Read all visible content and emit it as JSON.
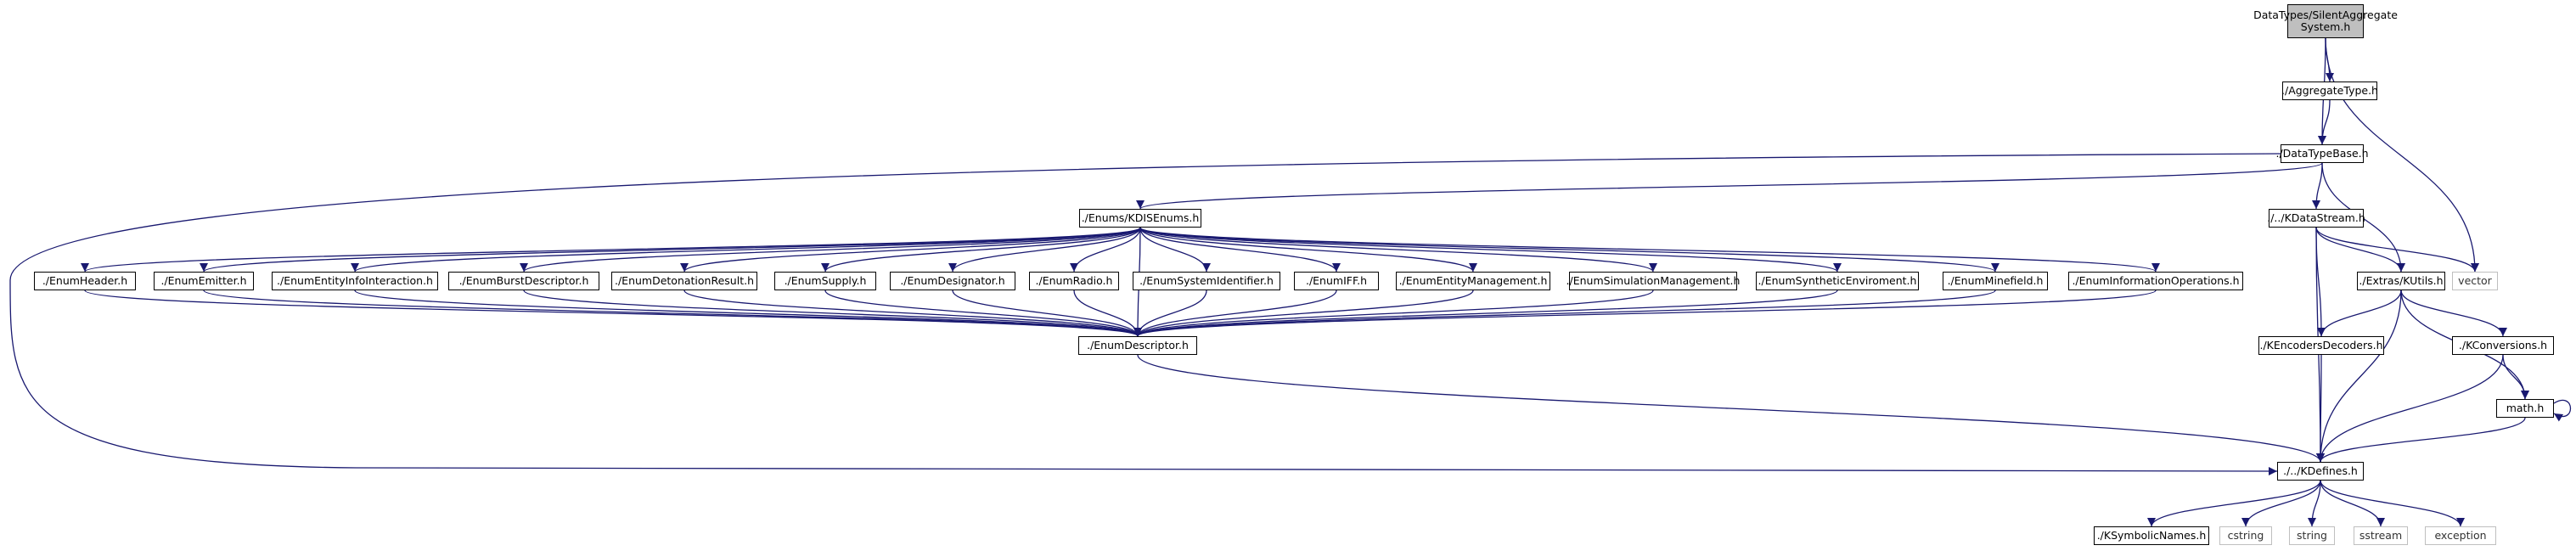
{
  "title": "DataTypes/SilentAggregateSystem.h",
  "colors": {
    "edge": "#191970",
    "root_fill": "#bfbfbf",
    "node_border": "#000000",
    "external_border": "#bfbfbf"
  },
  "nodes": {
    "root": {
      "label": "DataTypes/SilentAggregate System.h",
      "kind": "root"
    },
    "aggtype": {
      "label": "./AggregateType.h",
      "kind": "file"
    },
    "dtbase": {
      "label": "./DataTypeBase.h",
      "kind": "file"
    },
    "kdisenums": {
      "label": "./Enums/KDISEnums.h",
      "kind": "file"
    },
    "kdatastream": {
      "label": "./../KDataStream.h",
      "kind": "file"
    },
    "vector": {
      "label": "vector",
      "kind": "external"
    },
    "enumheader": {
      "label": "./EnumHeader.h",
      "kind": "file"
    },
    "enumemitter": {
      "label": "./EnumEmitter.h",
      "kind": "file"
    },
    "enumentityinfo": {
      "label": "./EnumEntityInfoInteraction.h",
      "kind": "file"
    },
    "enumburst": {
      "label": "./EnumBurstDescriptor.h",
      "kind": "file"
    },
    "enumdetonation": {
      "label": "./EnumDetonationResult.h",
      "kind": "file"
    },
    "enumsupply": {
      "label": "./EnumSupply.h",
      "kind": "file"
    },
    "enumdesignator": {
      "label": "./EnumDesignator.h",
      "kind": "file"
    },
    "enumradio": {
      "label": "./EnumRadio.h",
      "kind": "file"
    },
    "enumsysid": {
      "label": "./EnumSystemIdentifier.h",
      "kind": "file"
    },
    "enumiff": {
      "label": "./EnumIFF.h",
      "kind": "file"
    },
    "enumentitymgmt": {
      "label": "./EnumEntityManagement.h",
      "kind": "file"
    },
    "enumsimmgmt": {
      "label": "./EnumSimulationManagement.h",
      "kind": "file"
    },
    "enumsynthenv": {
      "label": "./EnumSyntheticEnviroment.h",
      "kind": "file"
    },
    "enumminefield": {
      "label": "./EnumMinefield.h",
      "kind": "file"
    },
    "enuminfoops": {
      "label": "./EnumInformationOperations.h",
      "kind": "file"
    },
    "enumdescriptor": {
      "label": "./EnumDescriptor.h",
      "kind": "file"
    },
    "kutils": {
      "label": "./Extras/KUtils.h",
      "kind": "file"
    },
    "kencoders": {
      "label": "./KEncodersDecoders.h",
      "kind": "file"
    },
    "kconversions": {
      "label": "./KConversions.h",
      "kind": "file"
    },
    "math": {
      "label": "math.h",
      "kind": "file"
    },
    "kdefines": {
      "label": "./../KDefines.h",
      "kind": "file"
    },
    "ksymbolic": {
      "label": "./KSymbolicNames.h",
      "kind": "file"
    },
    "cstring": {
      "label": "cstring",
      "kind": "external"
    },
    "string": {
      "label": "string",
      "kind": "external"
    },
    "sstream": {
      "label": "sstream",
      "kind": "external"
    },
    "exception": {
      "label": "exception",
      "kind": "external"
    }
  },
  "edges": [
    [
      "root",
      "aggtype"
    ],
    [
      "root",
      "dtbase"
    ],
    [
      "root",
      "vector"
    ],
    [
      "aggtype",
      "dtbase"
    ],
    [
      "dtbase",
      "kdisenums"
    ],
    [
      "dtbase",
      "kdatastream"
    ],
    [
      "dtbase",
      "kutils"
    ],
    [
      "dtbase",
      "kdefines"
    ],
    [
      "kdisenums",
      "enumheader"
    ],
    [
      "kdisenums",
      "enumemitter"
    ],
    [
      "kdisenums",
      "enumentityinfo"
    ],
    [
      "kdisenums",
      "enumburst"
    ],
    [
      "kdisenums",
      "enumdetonation"
    ],
    [
      "kdisenums",
      "enumsupply"
    ],
    [
      "kdisenums",
      "enumdesignator"
    ],
    [
      "kdisenums",
      "enumradio"
    ],
    [
      "kdisenums",
      "enumsysid"
    ],
    [
      "kdisenums",
      "enumiff"
    ],
    [
      "kdisenums",
      "enumentitymgmt"
    ],
    [
      "kdisenums",
      "enumsimmgmt"
    ],
    [
      "kdisenums",
      "enumsynthenv"
    ],
    [
      "kdisenums",
      "enumminefield"
    ],
    [
      "kdisenums",
      "enuminfoops"
    ],
    [
      "kdisenums",
      "enumdescriptor"
    ],
    [
      "enumheader",
      "enumdescriptor"
    ],
    [
      "enumemitter",
      "enumdescriptor"
    ],
    [
      "enumentityinfo",
      "enumdescriptor"
    ],
    [
      "enumburst",
      "enumdescriptor"
    ],
    [
      "enumdetonation",
      "enumdescriptor"
    ],
    [
      "enumsupply",
      "enumdescriptor"
    ],
    [
      "enumdesignator",
      "enumdescriptor"
    ],
    [
      "enumradio",
      "enumdescriptor"
    ],
    [
      "enumsysid",
      "enumdescriptor"
    ],
    [
      "enumiff",
      "enumdescriptor"
    ],
    [
      "enumentitymgmt",
      "enumdescriptor"
    ],
    [
      "enumsimmgmt",
      "enumdescriptor"
    ],
    [
      "enumsynthenv",
      "enumdescriptor"
    ],
    [
      "enumminefield",
      "enumdescriptor"
    ],
    [
      "enuminfoops",
      "enumdescriptor"
    ],
    [
      "enumdescriptor",
      "kdefines"
    ],
    [
      "kdatastream",
      "vector"
    ],
    [
      "kdatastream",
      "kutils"
    ],
    [
      "kdatastream",
      "kencoders"
    ],
    [
      "kdatastream",
      "kdefines"
    ],
    [
      "kutils",
      "kencoders"
    ],
    [
      "kutils",
      "kconversions"
    ],
    [
      "kutils",
      "math"
    ],
    [
      "kutils",
      "kdefines"
    ],
    [
      "kencoders",
      "kdefines"
    ],
    [
      "kconversions",
      "math"
    ],
    [
      "kconversions",
      "kdefines"
    ],
    [
      "math",
      "math"
    ],
    [
      "math",
      "kdefines"
    ],
    [
      "kdefines",
      "ksymbolic"
    ],
    [
      "kdefines",
      "cstring"
    ],
    [
      "kdefines",
      "string"
    ],
    [
      "kdefines",
      "sstream"
    ],
    [
      "kdefines",
      "exception"
    ]
  ]
}
